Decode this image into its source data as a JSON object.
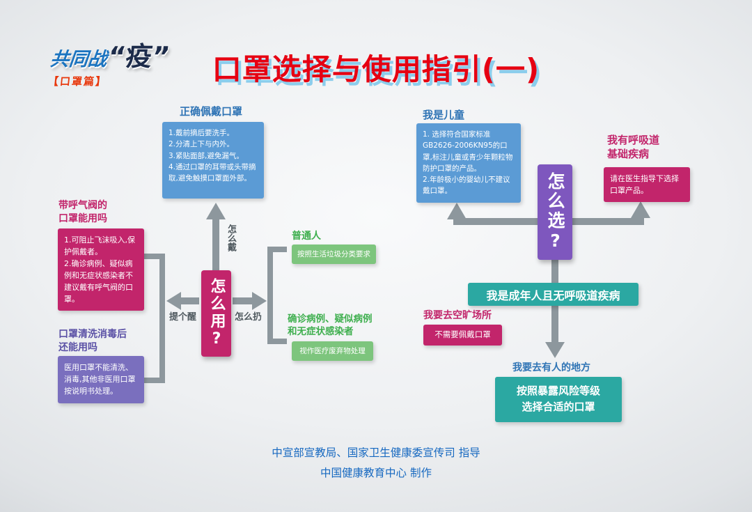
{
  "colors": {
    "title_red": "#e60012",
    "title_shadow_blue": "#8bcdec",
    "blue": "#5b9bd5",
    "magenta": "#c2256b",
    "violet": "#7a6fbe",
    "purple": "#7e57be",
    "green": "#7dc57d",
    "green_label": "#3faf4f",
    "teal": "#2ba8a2",
    "arrow_gray": "#8d979d",
    "footer_blue": "#1668c0"
  },
  "logo": {
    "brand": "共同战",
    "brand_suffix": "“疫”",
    "tagline": "【口罩篇】"
  },
  "title": "口罩选择与使用指引(一)",
  "use_section": {
    "hub_label": "怎么用?",
    "arrow_up_label": "怎么戴",
    "arrow_left_label": "提个醒",
    "arrow_right_label": "怎么扔",
    "wear": {
      "heading": "正确佩戴口罩",
      "body": "1.戴前摘后要洗手。\n2.分清上下与内外。\n3.紧贴面部,避免漏气。\n4.通过口罩的耳带或头带摘取,避免触摸口罩面外部。"
    },
    "valve": {
      "heading": "带呼气阀的\n口罩能用吗",
      "body": "1.可阻止飞沫吸入,保护佩戴者。\n2.确诊病例、疑似病例和无症状感染者不建议戴有呼气阀的口罩。"
    },
    "clean": {
      "heading": "口罩清洗消毒后\n还能用吗",
      "body": "医用口罩不能清洗、消毒,其他非医用口罩按说明书处理。"
    },
    "discard_ordinary": {
      "heading": "普通人",
      "body": "按照生活垃圾分类要求"
    },
    "discard_confirmed": {
      "heading": "确诊病例、疑似病例\n和无症状感染者",
      "body": "视作医疗废弃物处理"
    }
  },
  "choose_section": {
    "hub_label": "怎么选?",
    "child": {
      "heading": "我是儿童",
      "body": "1. 选择符合国家标准GB2626-2006KN95的口罩,标注儿童或青少年颗粒物防护口罩的产品。\n2.年龄极小的婴幼儿不建议戴口罩。"
    },
    "respiratory": {
      "heading": "我有呼吸道\n基础疾病",
      "body": "请在医生指导下选择口罩产品。"
    },
    "adult_bar": "我是成年人且无呼吸道疾病",
    "open_place": {
      "heading": "我要去空旷场所",
      "body": "不需要佩戴口罩"
    },
    "crowded_place": {
      "heading": "我要去有人的地方",
      "body": "按照暴露风险等级\n选择合适的口罩"
    }
  },
  "footer": {
    "line1": "中宣部宣教局、国家卫生健康委宣传司   指导",
    "line2": "中国健康教育中心   制作"
  }
}
